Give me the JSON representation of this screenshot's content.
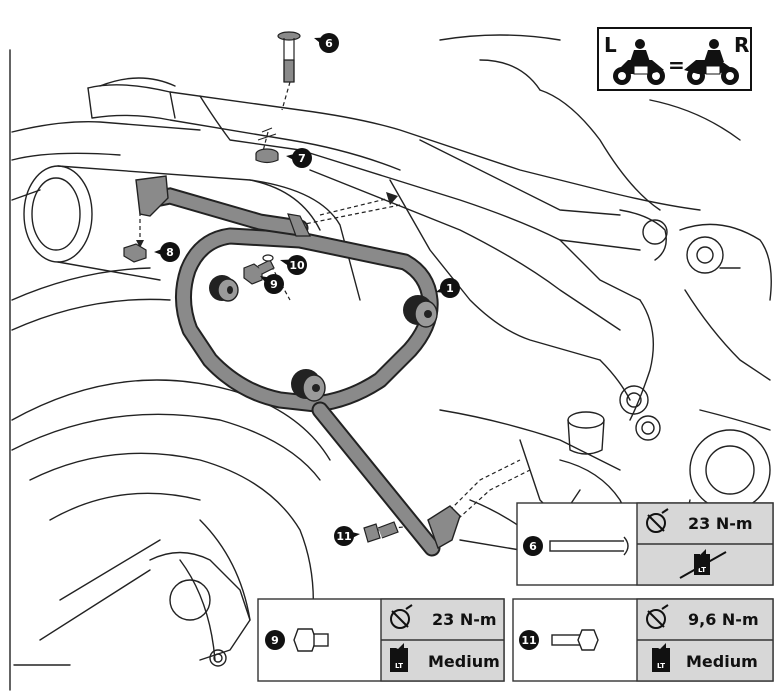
{
  "orientation": {
    "left_label": "L",
    "right_label": "R",
    "equals": "="
  },
  "callouts": [
    {
      "number": "1"
    },
    {
      "number": "6"
    },
    {
      "number": "7"
    },
    {
      "number": "8"
    },
    {
      "number": "9"
    },
    {
      "number": "10"
    },
    {
      "number": "11"
    }
  ],
  "specs": [
    {
      "part": "6",
      "torque": "23 N-m",
      "threadlock": "none"
    },
    {
      "part": "9",
      "torque": "23 N-m",
      "threadlock": "Medium"
    },
    {
      "part": "11",
      "torque": "9,6 N-m",
      "threadlock": "Medium"
    }
  ],
  "threadlock_icon_text": "LT",
  "colors": {
    "line": "#222222",
    "part_fill": "#8a8a8a",
    "panel_fill": "#d7d7d7",
    "callout_fill": "#111111"
  }
}
